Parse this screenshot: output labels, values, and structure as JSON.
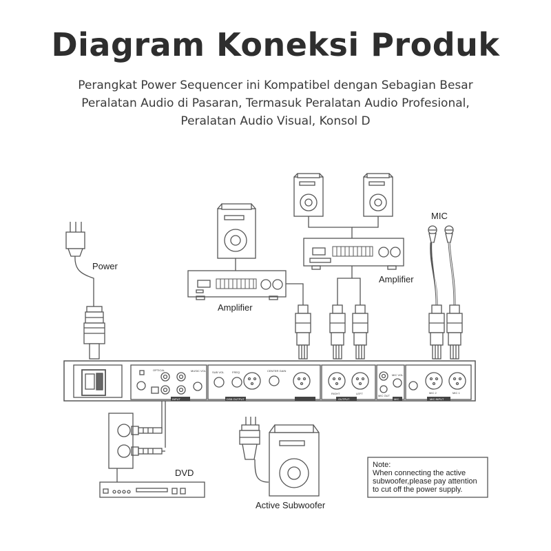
{
  "header": {
    "title": "Diagram Koneksi Produk",
    "subtitle_lines": [
      "Perangkat Power Sequencer ini Kompatibel dengan Sebagian Besar",
      "Peralatan Audio di Pasaran, Termasuk Peralatan Audio Profesional,",
      "Peralatan Audio Visual, Konsol D"
    ]
  },
  "labels": {
    "power": "Power",
    "amplifier_left": "Amplifier",
    "amplifier_right": "Amplifier",
    "mic": "MIC",
    "dvd": "DVD",
    "active_subwoofer": "Active  Subwoofer"
  },
  "note": {
    "lines": [
      "Note:",
      "When connecting the active",
      "subwoofer,please pay attention",
      "to cut off the power supply."
    ]
  },
  "panel": {
    "sections": [
      "INPUT",
      "DSB OUTPUT",
      "OUTPUT",
      "MIC",
      "MIC INPUT"
    ],
    "small_labels": [
      "OPTICAL",
      "MUSIC VOL",
      "SUB VOL",
      "FREQ",
      "CENTER GAIN",
      "RIGHT",
      "LEFT",
      "MIC OUT",
      "MIC VOL",
      "MIC 2",
      "MIC 1"
    ]
  }
}
